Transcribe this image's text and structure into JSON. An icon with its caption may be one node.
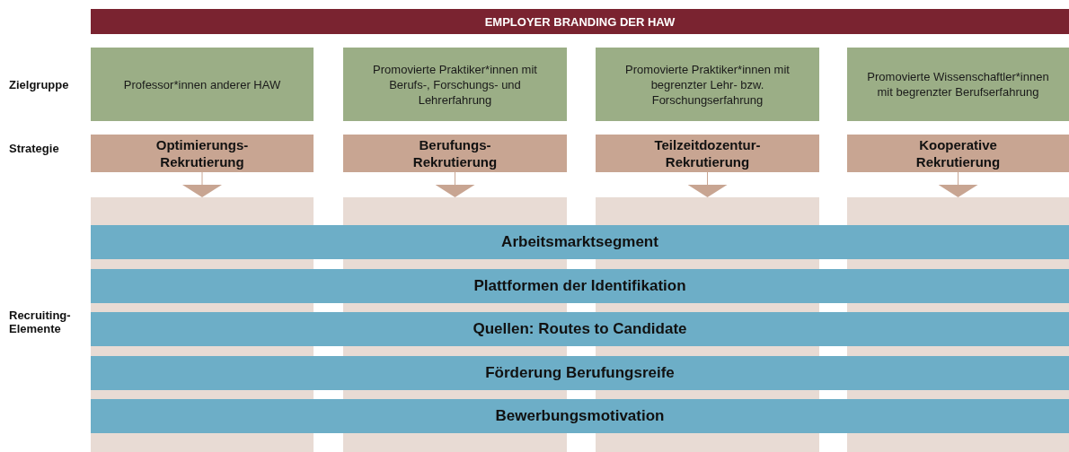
{
  "diagram": {
    "nodes": [
      {
        "text": [
          "EMPLOYER BRANDING DER HAW"
        ]
      },
      {
        "text": [
          "Professor*innen anderer HAW"
        ]
      },
      {
        "text": [
          "Promovierte Praktiker*innen mit Berufs-, Forschungs- und Lehrerfahrung"
        ]
      },
      {
        "text": [
          "Promovierte Praktiker*innen mit begrenzter Lehr- bzw. Forschungserfahrung"
        ]
      },
      {
        "text": [
          "Promovierte Wissenschaftler*innen mit begrenzter Berufserfahrung"
        ]
      },
      {
        "text": [
          "Optimierungs- Rekrutierung"
        ]
      },
      {
        "text": [
          "Berufungs- Rekrutierung"
        ]
      },
      {
        "text": [
          "Teilzeitdozentur- Rekrutierung"
        ]
      },
      {
        "text": [
          "Kooperative Rekrutierung"
        ]
      },
      {
        "text": [],
        "shape": "box"
      },
      {
        "text": [],
        "shape": "box"
      },
      {
        "text": [],
        "shape": "box"
      },
      {
        "text": [],
        "shape": "box"
      },
      {
        "text": [
          "Arbeitsmarktsegment"
        ]
      },
      {
        "text": [
          "Plattformen der Identifikation"
        ]
      },
      {
        "text": [
          "Quellen: Routes to Candidate"
        ]
      },
      {
        "text": [
          "Förderung Berufungsreife"
        ]
      },
      {
        "text": [
          "Bewerbungsmotivation"
        ]
      }
    ],
    "edges": [
      {
        "from": 5,
        "to": 9,
        "arrow": "to"
      },
      {
        "from": 6,
        "to": 10,
        "arrow": "to"
      },
      {
        "from": 7,
        "to": 11,
        "arrow": "to"
      },
      {
        "from": 8,
        "to": 12,
        "arrow": "to"
      }
    ],
    "labels": [
      "Zielgruppe",
      "Strategie",
      "Recruiting- Elemente"
    ]
  }
}
